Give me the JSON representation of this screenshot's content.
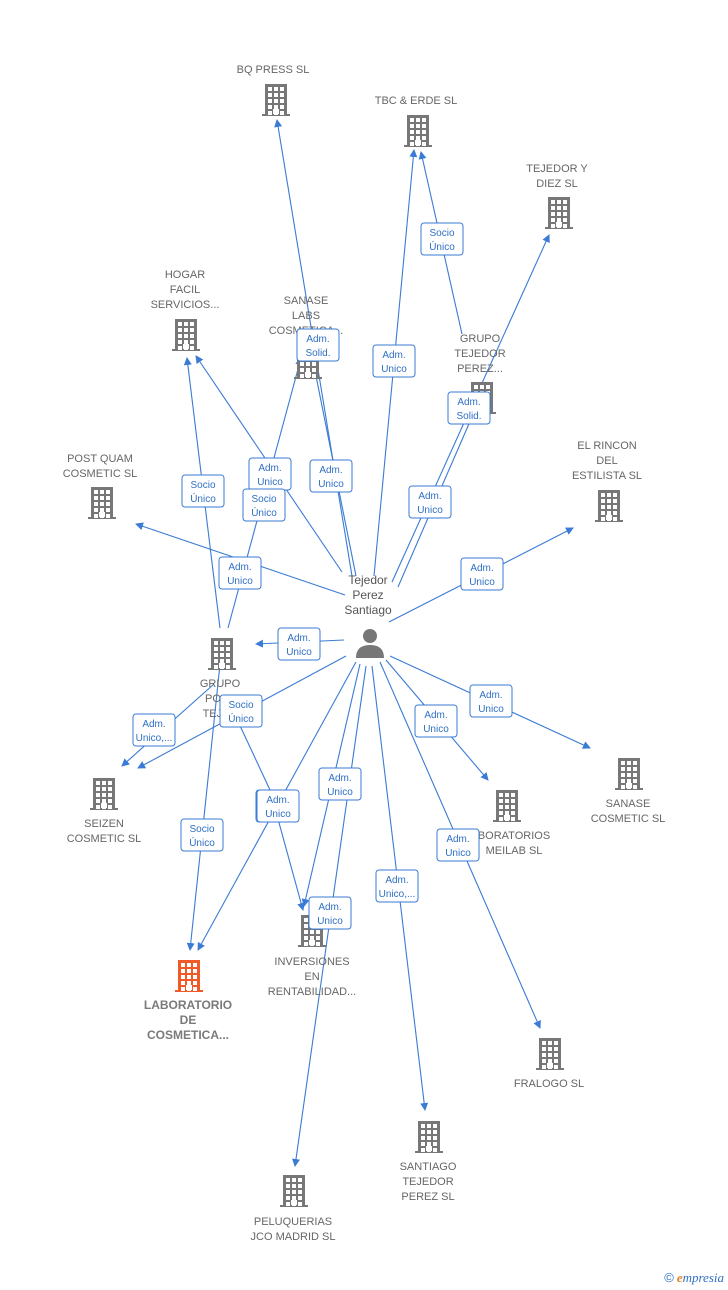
{
  "center": {
    "label_lines": [
      "Tejedor",
      "Perez",
      "Santiago"
    ]
  },
  "companies": [
    {
      "id": "bq",
      "lines": [
        "BQ PRESS SL"
      ]
    },
    {
      "id": "tbc",
      "lines": [
        "TBC & ERDE  SL"
      ]
    },
    {
      "id": "tejdiez",
      "lines": [
        "TEJEDOR Y",
        "DIEZ SL"
      ]
    },
    {
      "id": "hogar",
      "lines": [
        "HOGAR",
        "FACIL",
        "SERVICIOS..."
      ]
    },
    {
      "id": "sanaselabs",
      "lines": [
        "SANASE",
        "LABS",
        "COSMETICA..."
      ]
    },
    {
      "id": "grupotp",
      "lines": [
        "GRUPO",
        "TEJEDOR",
        "PEREZ..."
      ]
    },
    {
      "id": "postquam",
      "lines": [
        "POST QUAM",
        "COSMETIC SL"
      ]
    },
    {
      "id": "rincon",
      "lines": [
        "EL RINCON",
        "DEL",
        "ESTILISTA SL"
      ]
    },
    {
      "id": "grupopost",
      "lines": [
        "GRUPO",
        "POST",
        "TEJED"
      ]
    },
    {
      "id": "seizen",
      "lines": [
        "SEIZEN",
        "COSMETIC  SL"
      ]
    },
    {
      "id": "sanasecos",
      "lines": [
        "SANASE",
        "COSMETIC SL"
      ]
    },
    {
      "id": "labmeilab",
      "lines": [
        "BORATORIOS",
        "MEILAB  SL"
      ]
    },
    {
      "id": "labcos",
      "lines": [
        "LABORATORIO",
        "DE",
        "COSMETICA..."
      ],
      "highlight": true
    },
    {
      "id": "inversiones",
      "lines": [
        "INVERSIONES",
        "EN",
        "RENTABILIDAD..."
      ]
    },
    {
      "id": "fralogo",
      "lines": [
        "FRALOGO  SL"
      ]
    },
    {
      "id": "santiago",
      "lines": [
        "SANTIAGO",
        "TEJEDOR",
        "PEREZ  SL"
      ]
    },
    {
      "id": "pelu",
      "lines": [
        "PELUQUERIAS",
        "JCO MADRID  SL"
      ]
    }
  ],
  "edge_labels": [
    {
      "id": "e1",
      "lines": [
        "Adm.",
        "Solid."
      ]
    },
    {
      "id": "e2",
      "lines": [
        "Adm.",
        "Unico"
      ]
    },
    {
      "id": "e3",
      "lines": [
        "Socio",
        "Único"
      ]
    },
    {
      "id": "e4",
      "lines": [
        "Adm.",
        "Solid."
      ]
    },
    {
      "id": "e5",
      "lines": [
        "Adm.",
        "Unico"
      ]
    },
    {
      "id": "e6",
      "lines": [
        "Adm.",
        "Unico"
      ]
    },
    {
      "id": "e7",
      "lines": [
        "Socio",
        "Único"
      ]
    },
    {
      "id": "e8",
      "lines": [
        "Socio",
        "Único"
      ]
    },
    {
      "id": "e9",
      "lines": [
        "Adm.",
        "Unico"
      ]
    },
    {
      "id": "e10",
      "lines": [
        "Adm.",
        "Unico"
      ]
    },
    {
      "id": "e11",
      "lines": [
        "Adm.",
        "Unico"
      ]
    },
    {
      "id": "e12",
      "lines": [
        "Adm.",
        "Unico"
      ]
    },
    {
      "id": "e13",
      "lines": [
        "Adm.",
        "Unico,..."
      ]
    },
    {
      "id": "e14",
      "lines": [
        "Socio",
        "Único"
      ]
    },
    {
      "id": "e15",
      "lines": [
        "Adm.",
        "Unico"
      ]
    },
    {
      "id": "e16",
      "lines": [
        "Adm.",
        "Unico"
      ]
    },
    {
      "id": "e17",
      "lines": [
        "Adm.",
        "Unico"
      ]
    },
    {
      "id": "e18",
      "lines": [
        "Adm.",
        "Unico"
      ]
    },
    {
      "id": "e19",
      "lines": [
        "Socio",
        "Único"
      ]
    },
    {
      "id": "e20",
      "lines": [
        "Adm.",
        "Unico"
      ]
    },
    {
      "id": "e21",
      "lines": [
        "Adm.",
        "Unico"
      ]
    },
    {
      "id": "e22",
      "lines": [
        "Adm.",
        "Unico,..."
      ]
    },
    {
      "id": "e23",
      "lines": [
        "Adm.",
        "Unico"
      ]
    }
  ],
  "colors": {
    "edge": "#3a7bd5",
    "building": "#777777",
    "building_highlight": "#f05a28",
    "person": "#777777",
    "label_border": "#3a7bd5"
  },
  "icons": {
    "company": "building-icon",
    "person": "person-icon"
  },
  "footer": {
    "copyright": "©",
    "brand_initial": "e",
    "brand_rest": "mpresia"
  }
}
